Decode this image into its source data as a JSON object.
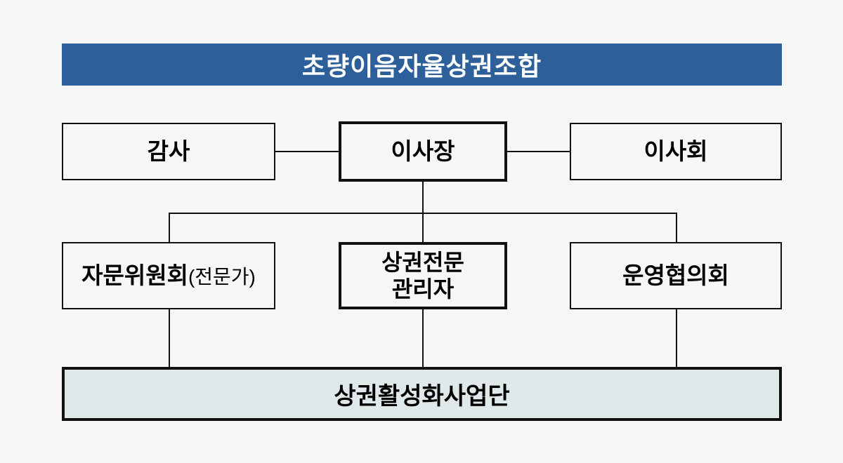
{
  "colors": {
    "background": "#f5f6f5",
    "line": "#111111",
    "banner_bg": "#2d609b",
    "banner_text": "#ffffff",
    "bottom_bg": "#dfe9ea",
    "box_text": "#000000"
  },
  "banner": {
    "title": "초량이음자율상권조합"
  },
  "nodes": {
    "audit": "감사",
    "chairman": "이사장",
    "board": "이사회",
    "advisory_main": "자문위원회",
    "advisory_suffix": "(전문가)",
    "manager_line1": "상권전문",
    "manager_line2": "관리자",
    "operation_council": "운영협의회",
    "revitalization_group": "상권활성화사업단"
  }
}
